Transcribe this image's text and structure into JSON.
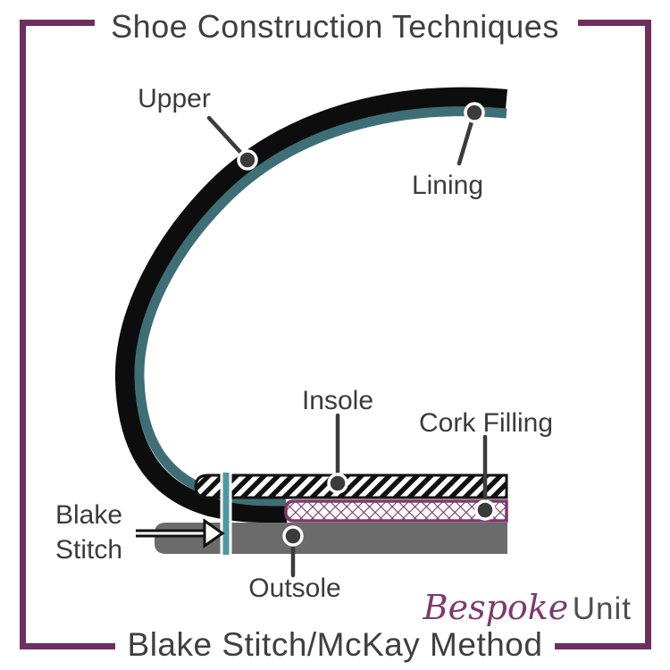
{
  "titles": {
    "top": "Shoe Construction Techniques",
    "bottom": "Blake Stitch/McKay Method"
  },
  "labels": {
    "upper": "Upper",
    "lining": "Lining",
    "insole": "Insole",
    "cork_filling": "Cork Filling",
    "blake_stitch_line1": "Blake",
    "blake_stitch_line2": "Stitch",
    "outsole": "Outsole"
  },
  "logo": {
    "script_word": "Bespoke",
    "plain_word": "Unit"
  },
  "colors": {
    "frame": "#6E2E60",
    "upper-black": "#0D0D0D",
    "lining-teal": "#3E6F76",
    "stitch-teal": "#4F97A6",
    "outsole-gray": "#6B6B6B",
    "cork-purple": "#7B3A6B",
    "label-gray": "#3B3B3B",
    "title-gray": "#3F3F3F",
    "logo-purple": "#7E3A6E",
    "logo-gray": "#4F4F4F"
  }
}
